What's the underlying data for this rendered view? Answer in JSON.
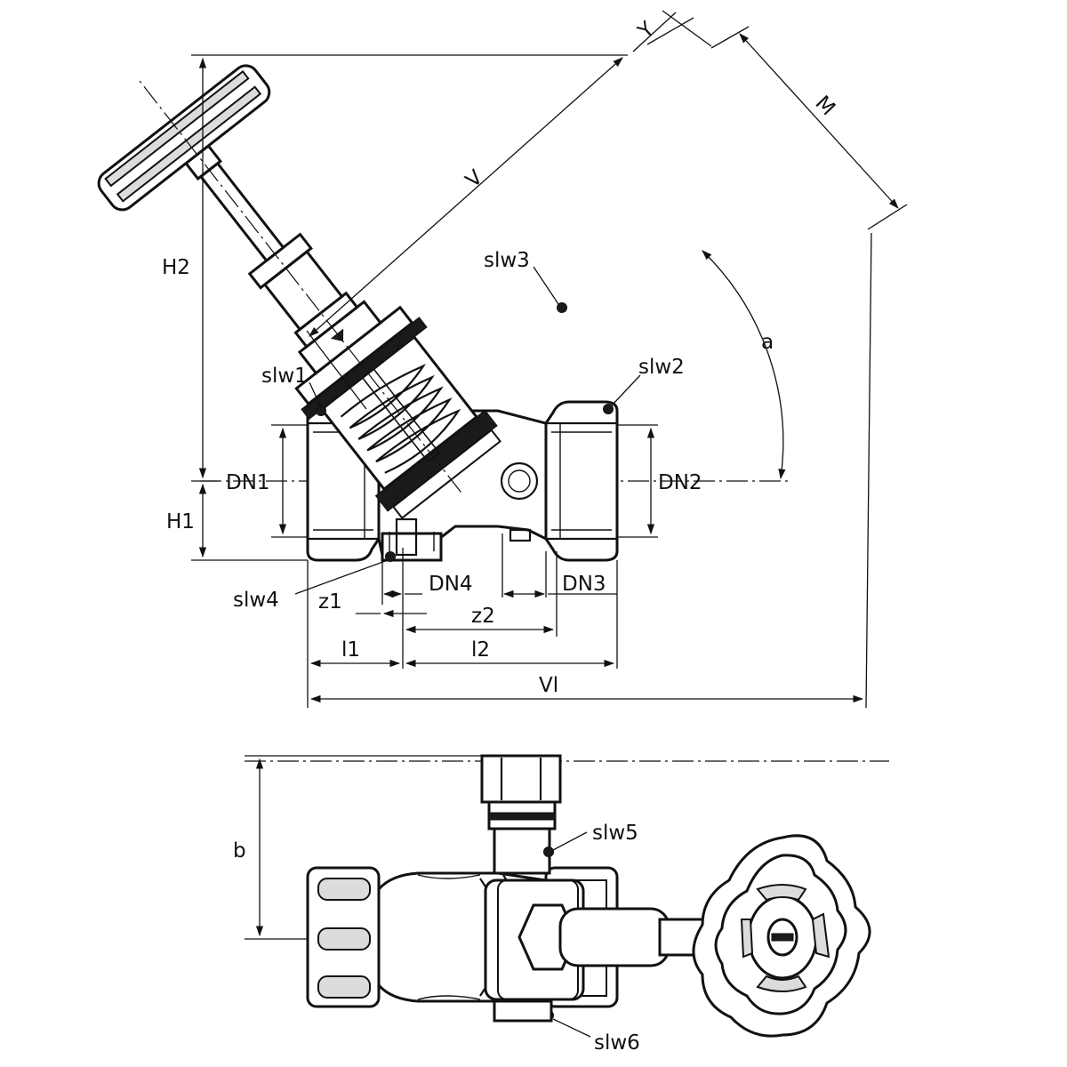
{
  "labels": {
    "Y": "Y",
    "M": "M",
    "V": "V",
    "H2": "H2",
    "H1": "H1",
    "a": "a",
    "DN1": "DN1",
    "DN2": "DN2",
    "DN3": "DN3",
    "DN4": "DN4",
    "z1": "z1",
    "z2": "z2",
    "l1": "l1",
    "l2": "l2",
    "Vl": "Vl",
    "b": "b",
    "slw1": "slw1",
    "slw2": "slw2",
    "slw3": "slw3",
    "slw4": "slw4",
    "slw5": "slw5",
    "slw6": "slw6"
  }
}
